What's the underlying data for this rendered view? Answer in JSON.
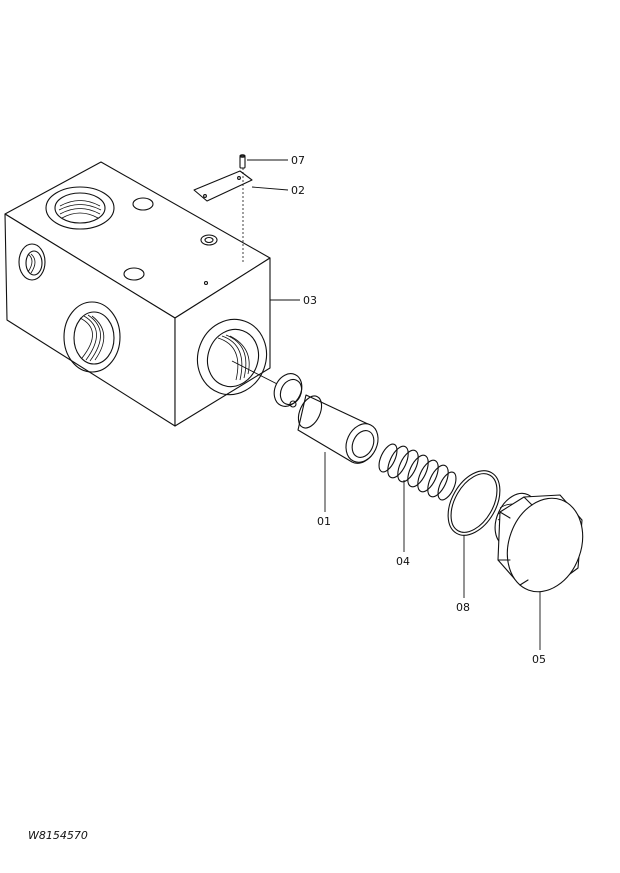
{
  "drawing_code": "W8154570",
  "parts": [
    {
      "label": "07",
      "component": "pin"
    },
    {
      "label": "02",
      "component": "nameplate"
    },
    {
      "label": "03",
      "component": "valve-body"
    },
    {
      "label": "01",
      "component": "poppet"
    },
    {
      "label": "04",
      "component": "spring"
    },
    {
      "label": "08",
      "component": "o-ring"
    },
    {
      "label": "05",
      "component": "plug"
    }
  ]
}
